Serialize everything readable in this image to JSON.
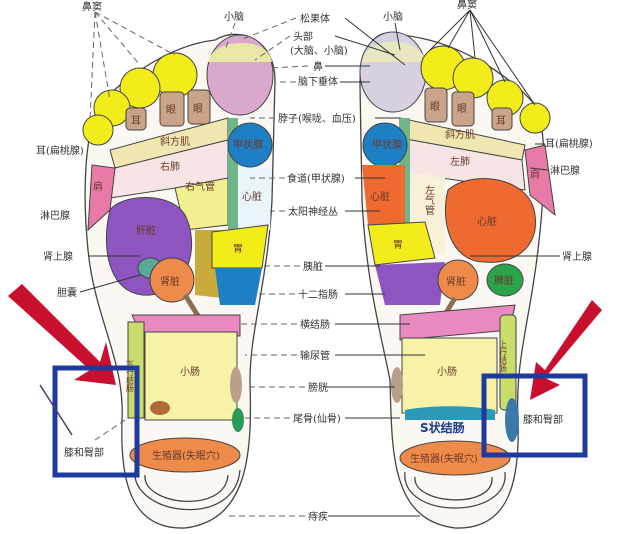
{
  "top": {
    "sinus_left": "鼻窦",
    "sinus_right": "鼻窦",
    "cerebellum_left": "小脑",
    "cerebellum_right": "小脑"
  },
  "center_labels": [
    "松果体",
    "头部",
    "(大脑、小脑)",
    "鼻",
    "脑下垂体",
    "脖子(喉咙、血压)",
    "食道(甲状腺)",
    "太阳神经丛",
    "胰脏",
    "十二指肠",
    "横结肠",
    "输尿管",
    "膀胱",
    "尾骨(仙骨)",
    "痔疾"
  ],
  "left_side": [
    "耳(扁桃腺)",
    "淋巴腺",
    "肾上腺",
    "胆囊"
  ],
  "right_side": [
    "耳(扁桃腺)",
    "淋巴腺",
    "肾上腺"
  ],
  "left_foot": {
    "eye": "眼",
    "ear": "耳",
    "eye2": "眼",
    "trapezius": "斜方肌",
    "shoulder": "肩",
    "lung": "右肺",
    "trachea": "右气管",
    "thyroid": "甲状腺",
    "heart": "心脏",
    "liver": "肝脏",
    "stomach": "胃",
    "kidney": "肾脏",
    "small_intestine": "小肠",
    "descending_colon": "下行结肠",
    "genitals": "生殖器(失眠穴)",
    "knee_hip": "膝和臀部"
  },
  "right_foot": {
    "eye": "眼",
    "eye2": "眼",
    "ear": "耳",
    "trapezius": "斜方肌",
    "shoulder": "肩",
    "lung": "左肺",
    "trachea": "左气管",
    "thyroid": "甲状腺",
    "heart_inner": "心脏",
    "heart": "心脏",
    "stomach": "胃",
    "kidney": "肾脏",
    "spleen": "脾脏",
    "small_intestine": "小肠",
    "ascending_colon": "上行结肠",
    "sigmoid_colon": "S状结肠",
    "genitals": "生殖器(失眠穴)",
    "knee_hip": "膝和臀部"
  },
  "colors": {
    "highlight_box": "#1f3a9e",
    "arrow": "#c8102e",
    "toe": "#f2ec1a"
  }
}
